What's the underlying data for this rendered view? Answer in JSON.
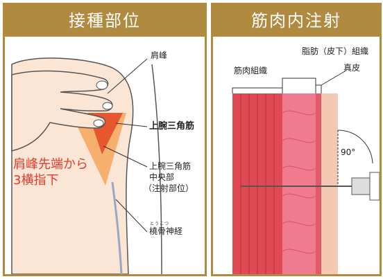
{
  "left_panel": {
    "title": "接種部位",
    "labels": {
      "shoulder_peak": "肩峰",
      "deltoid": "上腕三角筋",
      "mid_deltoid_line1": "上腕三角筋",
      "mid_deltoid_line2": "中央部",
      "mid_deltoid_line3": "（注射部位）",
      "radial_nerve": "橈骨神経",
      "radial_nerve_ruby": "とうこつ",
      "guide_line1": "肩峰先端から",
      "guide_line2": "3横指下"
    }
  },
  "right_panel": {
    "title": "筋肉内注射",
    "labels": {
      "fat_tissue": "脂肪（皮下）組織",
      "skin": "真皮",
      "muscle_tissue": "筋肉組織",
      "angle": "90°"
    }
  },
  "colors": {
    "header_bg": "#b08a3e",
    "guide_text": "#e23a2a",
    "muscle": "#e04a55",
    "fat": "#f07a8e",
    "skin_layer": "#f4c9b4"
  }
}
